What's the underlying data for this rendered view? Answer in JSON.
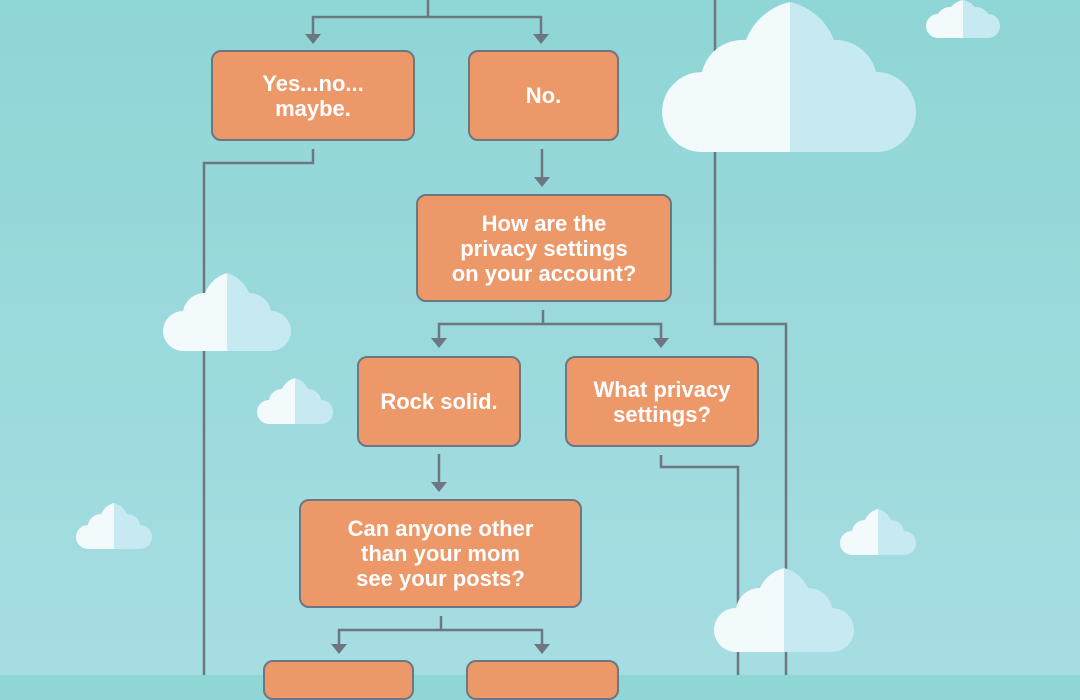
{
  "colors": {
    "background_top": "#8fd6d6",
    "background_bottom": "#a6dde2",
    "box_fill": "#ed9869",
    "box_border": "#6d7681",
    "connector": "#6d7681",
    "cloud_light": "#f2fafc",
    "cloud_shade": "#c7eaf2",
    "text": "#ffffff"
  },
  "flowchart": {
    "nodes": {
      "yes_no_maybe": "Yes...no...\nmaybe.",
      "no": "No.",
      "privacy_question": "How are the\nprivacy settings\non your account?",
      "rock_solid": "Rock solid.",
      "what_privacy": "What privacy\nsettings?",
      "anyone_other": "Can anyone other\nthan your mom\nsee your posts?",
      "bottom_left": "",
      "bottom_right": ""
    },
    "edges": [
      [
        "top",
        "yes_no_maybe"
      ],
      [
        "top",
        "no"
      ],
      [
        "no",
        "privacy_question"
      ],
      [
        "privacy_question",
        "rock_solid"
      ],
      [
        "privacy_question",
        "what_privacy"
      ],
      [
        "rock_solid",
        "anyone_other"
      ],
      [
        "anyone_other",
        "bottom_left"
      ],
      [
        "anyone_other",
        "bottom_right"
      ]
    ]
  }
}
